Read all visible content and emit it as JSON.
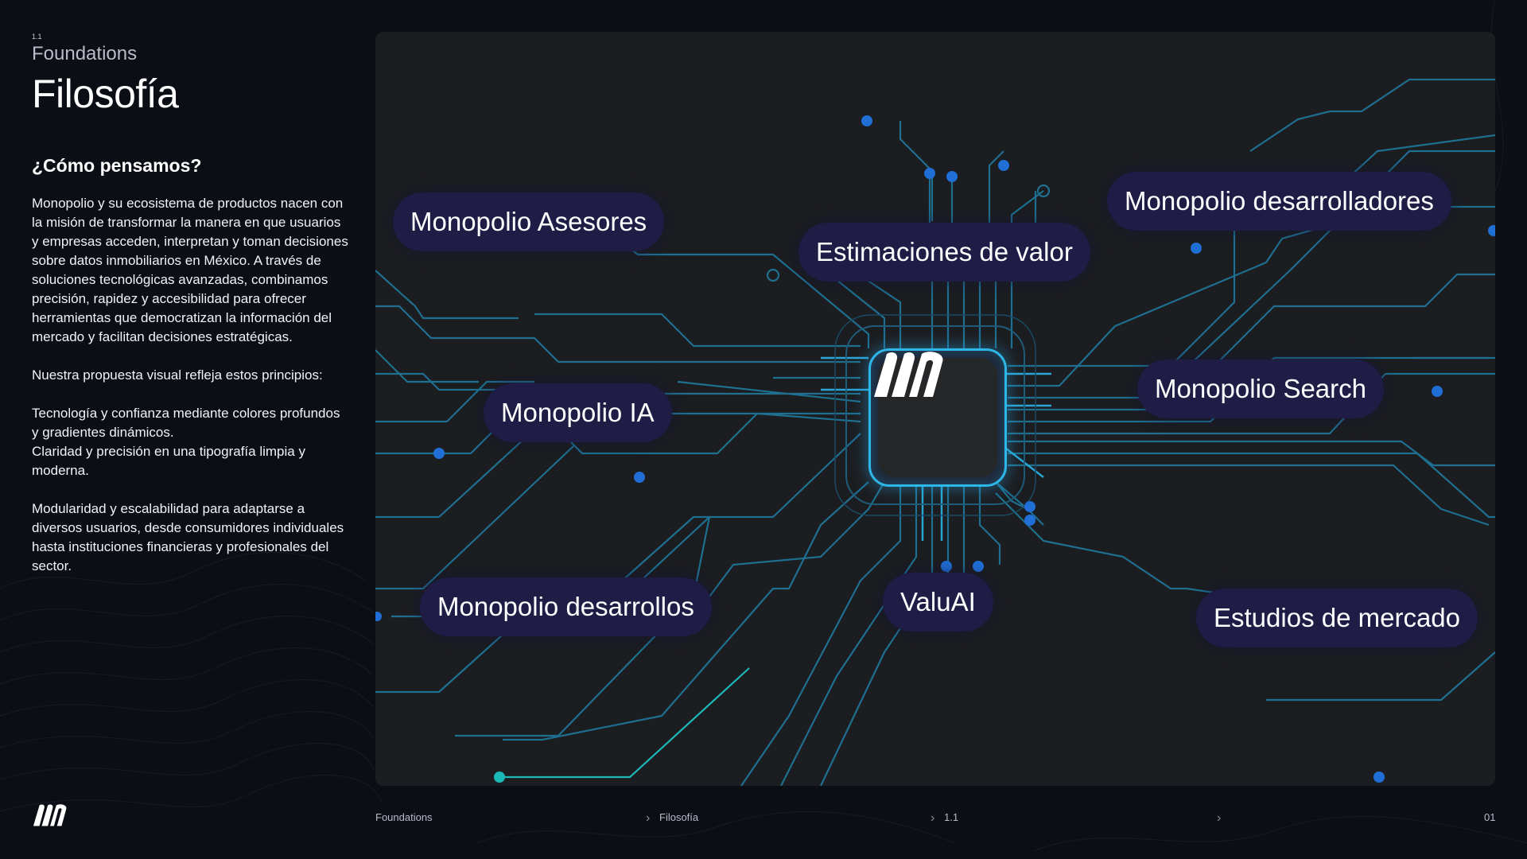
{
  "header": {
    "section_number": "1.1",
    "section_name": "Foundations",
    "title": "Filosofía"
  },
  "content": {
    "subtitle": "¿Cómo pensamos?",
    "intro": "Monopolio y su ecosistema de productos nacen con la misión de transformar la manera en que usuarios y empresas acceden, interpretan y toman decisiones sobre datos inmobiliarios en México. A través de soluciones tecnológicas avanzadas, combinamos precisión, rapidez y accesibilidad para ofrecer herramientas que democratizan la información del mercado y facilitan decisiones estratégicas.",
    "lead": "Nuestra propuesta visual refleja estos principios:",
    "principle_1": "Tecnología y confianza mediante colores profundos y gradientes dinámicos.",
    "principle_2": "Claridad y precisión en una tipografía limpia y moderna.",
    "principle_3": "Modularidad y escalabilidad para adaptarse a diversos usuarios, desde consumidores individuales hasta instituciones financieras y profesionales del sector."
  },
  "diagram": {
    "hub_icon": "monopolio-logo-icon",
    "nodes": {
      "asesores": "Monopolio Asesores",
      "estimaciones": "Estimaciones de valor",
      "desarrolladores": "Monopolio desarrolladores",
      "ia": "Monopolio IA",
      "search": "Monopolio Search",
      "desarrollos": "Monopolio desarrollos",
      "valuai": "ValuAI",
      "estudios": "Estudios de mercado"
    },
    "colors": {
      "panel": "#1c1d20",
      "pill": "#1f1c45",
      "trace": "#1e6f90",
      "trace_bright": "#2aa6d6",
      "node_dot": "#1f6fd6"
    }
  },
  "footer": {
    "crumb_1": "Foundations",
    "crumb_2": "Filosofía",
    "crumb_3": "1.1",
    "page_number": "01"
  }
}
